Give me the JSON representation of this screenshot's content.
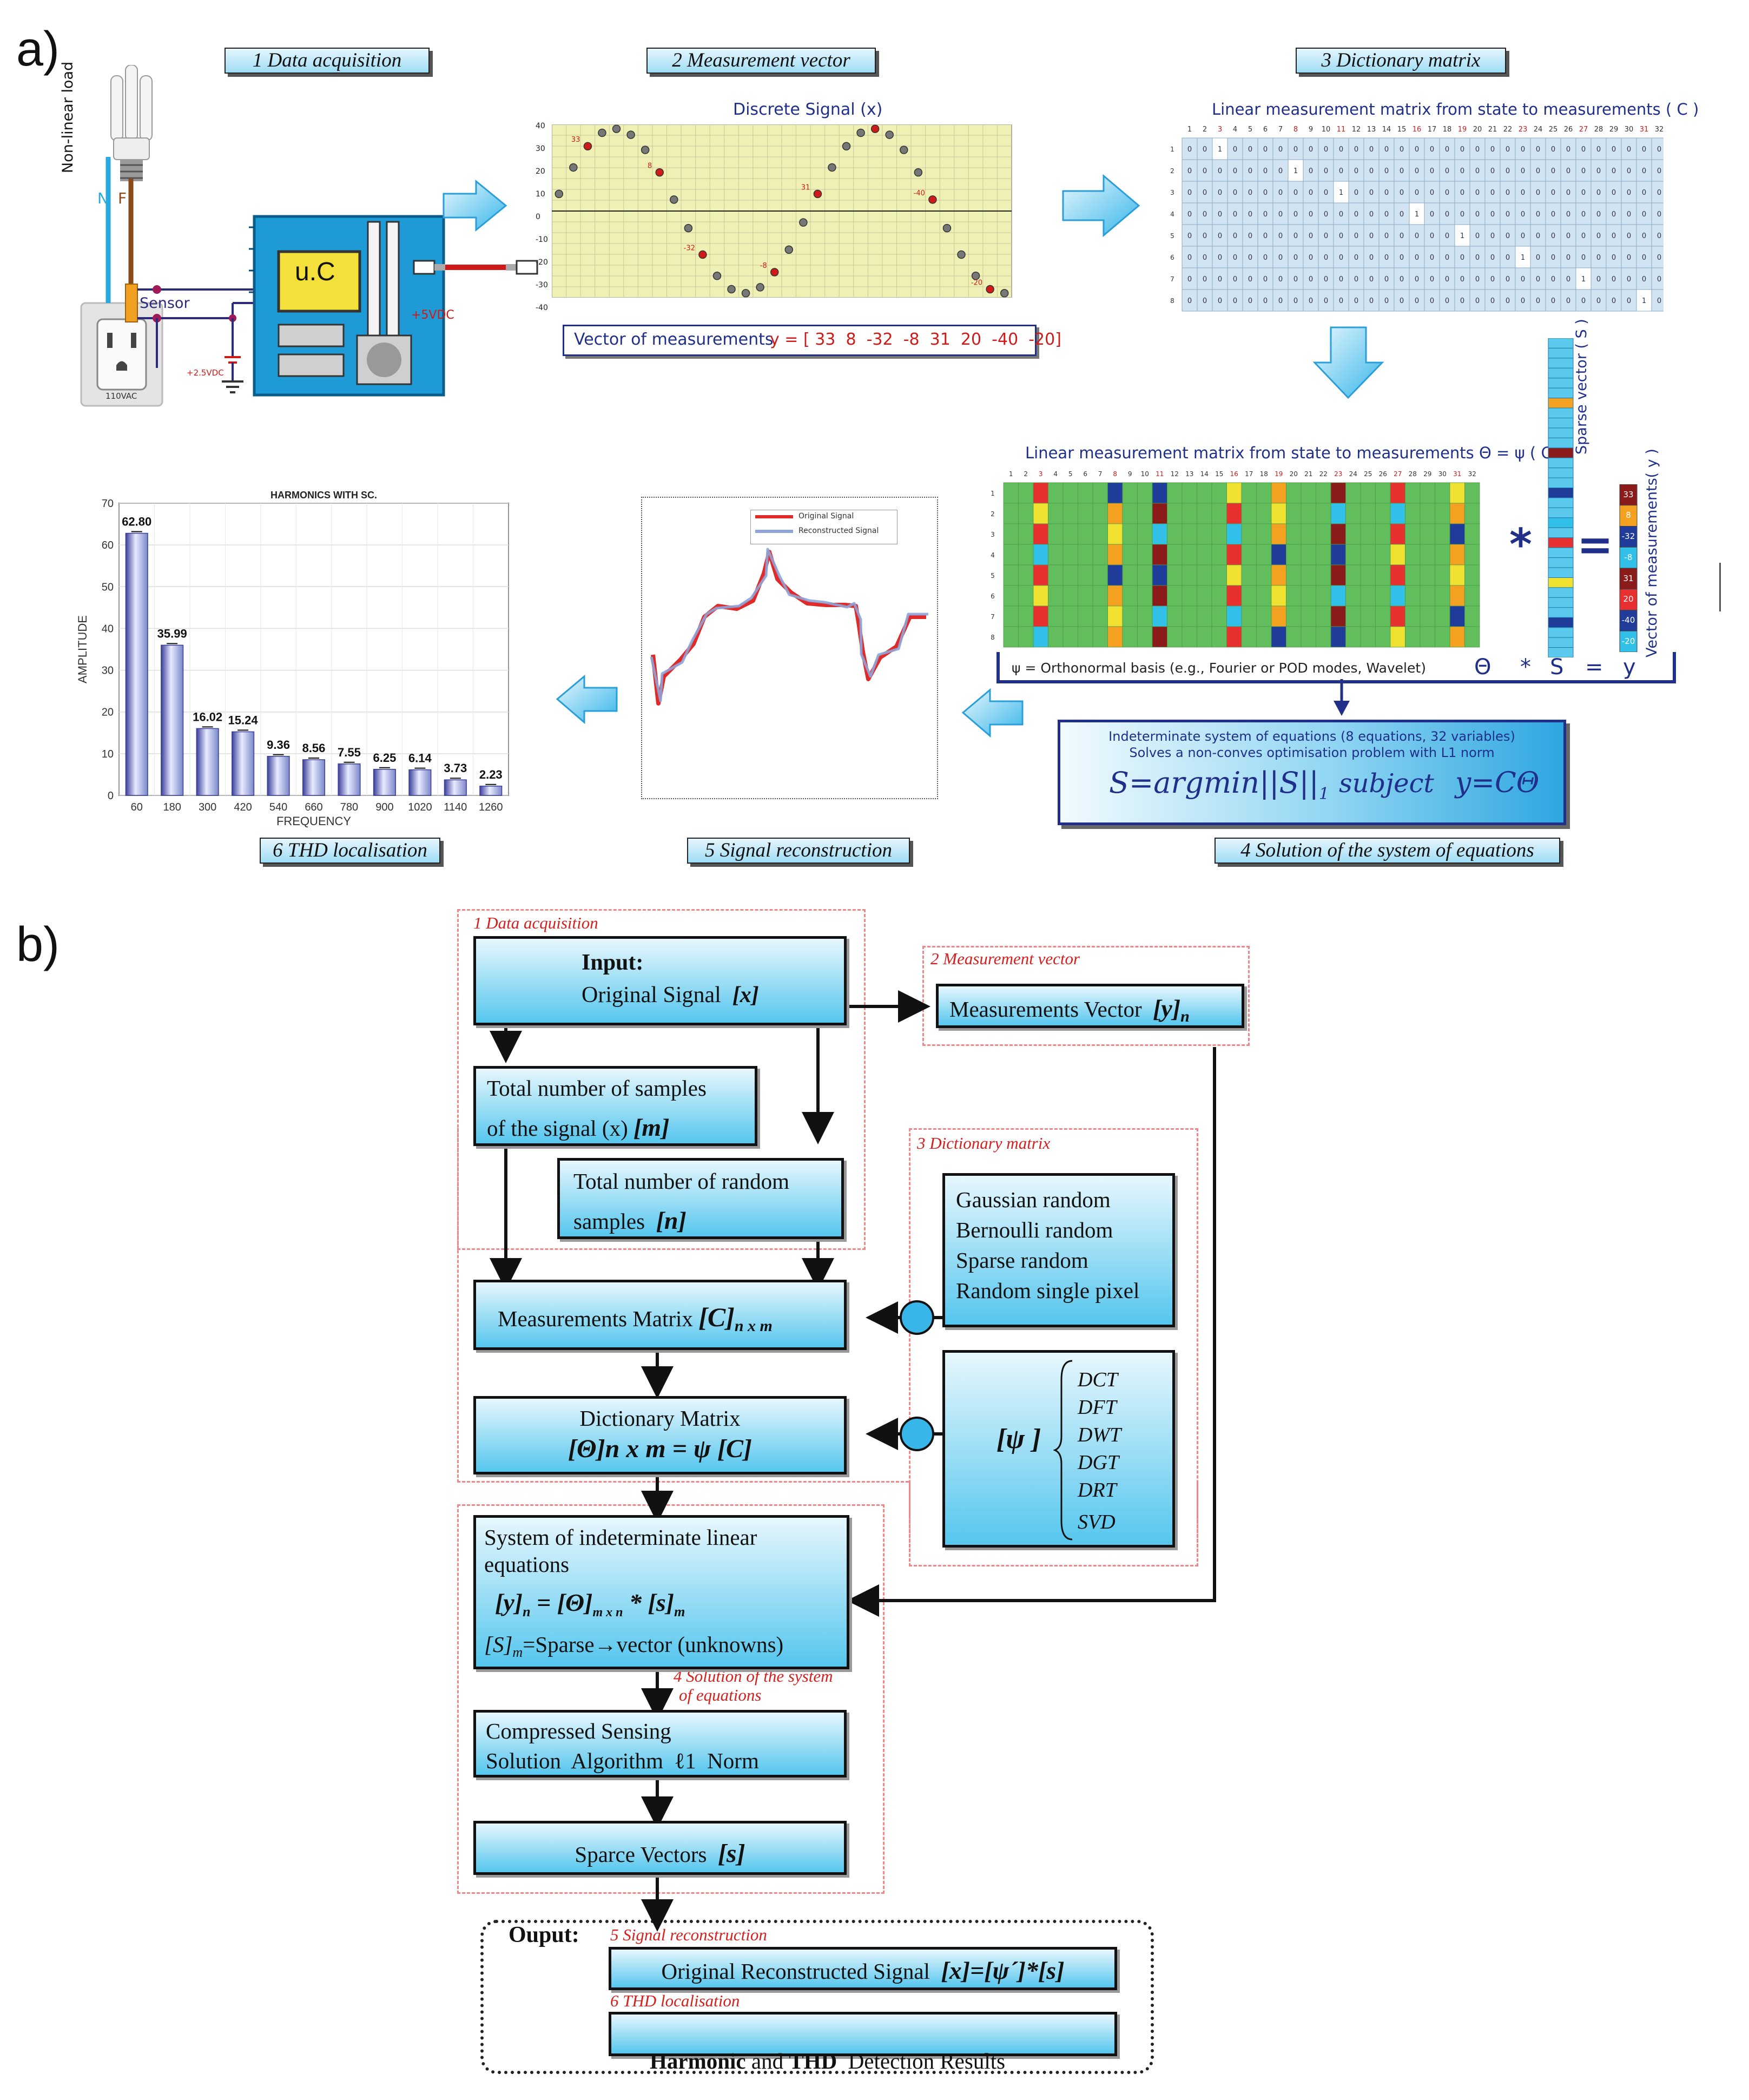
{
  "panel_a": {
    "letter": "a)",
    "step_titles": {
      "s1": "1 Data acquisition",
      "s2": "2 Measurement vector",
      "s3": "3 Dictionary matrix",
      "s4": "4 Solution of the system of equations",
      "s5": "5 Signal reconstruction",
      "s6": "6 THD localisation"
    },
    "hardware": {
      "load_label": "Non-linear load",
      "wire_n": "N",
      "wire_f": "F",
      "sensor_label": "Sensor",
      "uc_label": "u.C",
      "outlet_label": "110VAC",
      "vdc_label": "+5VDC",
      "bias_label": "+2.5VDC"
    },
    "discrete_signal": {
      "title": "Discrete Signal (x)",
      "yticks": [
        "40",
        "30",
        "20",
        "10",
        "0",
        "-10",
        "-20",
        "-30",
        "-40"
      ],
      "vector_label": "Vector of measurements",
      "vector_value": "y = [ 33  8  -32  -8  31  20  -40  -20]",
      "point_labels": [
        "33",
        "8",
        "-32",
        "-8",
        "31",
        "20",
        "-40",
        "-20"
      ]
    },
    "c_matrix": {
      "title": "Linear measurement matrix from state to measurements  ( C )",
      "zero": "0",
      "one": "1",
      "one_positions": [
        3,
        8,
        11,
        16,
        19,
        23,
        27,
        31
      ]
    },
    "theta_matrix": {
      "title": "Linear measurement matrix from state to measurements  Θ = ψ ( C )",
      "psi_label": "ψ = Orthonormal basis (e.g., Fourier or POD modes, Wavelet)",
      "eq_theta": "Θ",
      "eq_star": "*",
      "eq_s": "S",
      "eq_eq": "=",
      "eq_y": "y"
    },
    "sparse_label": "Sparse vector ( S )",
    "meas_label": "Vector of measurements( y )",
    "meas_values": [
      "33",
      "8",
      "-32",
      "-8",
      "31",
      "20",
      "-40",
      "-20"
    ],
    "op_star": "*",
    "op_equal": "=",
    "solution": {
      "line1": "Indeterminate system of equations (8 equations, 32 variables)",
      "line2": "Solves a non-conves optimisation problem with L1 norm",
      "formula_a": "S=argmin",
      "formula_b": "||S||",
      "formula_sub": "1",
      "formula_c": "subject",
      "formula_d": "y=CΘ"
    },
    "reconstruction": {
      "legend_original": "Original Signal",
      "legend_reconstructed": "Reconstructed Signal",
      "colors": {
        "original": "#e02a2a",
        "reconstructed": "#8fa4d8"
      }
    }
  },
  "chart_data": {
    "type": "bar",
    "title": "HARMONICS WITH SC.",
    "xlabel": "FREQUENCY",
    "ylabel": "AMPLITUDE",
    "categories": [
      "60",
      "180",
      "300",
      "420",
      "540",
      "660",
      "780",
      "900",
      "1020",
      "1140",
      "1260"
    ],
    "values": [
      62.8,
      35.99,
      16.02,
      15.24,
      9.36,
      8.56,
      7.55,
      6.25,
      6.14,
      3.73,
      2.23
    ],
    "value_labels": [
      "62.80",
      "35.99",
      "16.02",
      "15.24",
      "9.36",
      "8.56",
      "7.55",
      "6.25",
      "6.14",
      "3.73",
      "2.23"
    ],
    "ylim": [
      0,
      70
    ],
    "yticks": [
      "0",
      "10",
      "20",
      "30",
      "40",
      "50",
      "60",
      "70"
    ],
    "grid": true,
    "bar_color": "#7b86c8"
  },
  "panel_b": {
    "letter": "b)",
    "labels": {
      "s1": "1 Data acquisition",
      "s2": "2 Measurement vector",
      "s3": "3 Dictionary matrix",
      "s4a": "4 Solution of the system",
      "s4b": "of equations",
      "s5": "5 Signal reconstruction",
      "s6": "6 THD localisation"
    },
    "input_title": "Input:",
    "input_text": "Original Signal",
    "input_var": "[x]",
    "meas_vector_text": "Measurements Vector",
    "meas_vector_var": "[y]",
    "meas_vector_sub": "n",
    "total_samples_line1": "Total number of samples",
    "total_samples_line2": "of the signal (x)",
    "total_samples_var": "[m]",
    "random_samples_line1": "Total number of random",
    "random_samples_line2": "samples",
    "random_samples_var": "[n]",
    "random_types": [
      "Gaussian random",
      "Bernoulli random",
      "Sparse random",
      "Random single pixel"
    ],
    "measurements_matrix_text": "Measurements Matrix",
    "measurements_matrix_var": "[C]",
    "measurements_matrix_sub": "n x m",
    "dictionary_title": "Dictionary Matrix",
    "dictionary_formula": "[Θ]n x m = ψ [C]",
    "psi_var": "[ψ ]",
    "transforms": [
      "DCT",
      "DFT",
      "DWT",
      "DGT",
      "DRT",
      "SVD"
    ],
    "system_line1": "System of indeterminate linear",
    "system_line2": "equations",
    "system_eq_a": "[y]",
    "system_eq_sub_n": "n",
    "system_eq_b": " = [Θ]",
    "system_eq_sub_mxn": "m x n",
    "system_eq_c": " * [s]",
    "system_eq_sub_m": "m",
    "system_sparse_a": "[S]",
    "system_sparse_sub": "m",
    "system_sparse_b": "=Sparse→vector (unknowns)",
    "cs_line1": "Compressed Sensing",
    "cs_line2": "Solution  Algorithm  ℓ1  Norm",
    "sparse_vectors_text": "Sparce Vectors",
    "sparse_vectors_var": "[s]",
    "output_title": "Ouput:",
    "reconstructed_text": "Original Reconstructed Signal",
    "reconstructed_formula": "[x]=[ψ´]*[s]",
    "results_bold_a": "Harmonic",
    "results_mid": " and ",
    "results_bold_b": "THD",
    "results_end": "  Detection Results"
  }
}
